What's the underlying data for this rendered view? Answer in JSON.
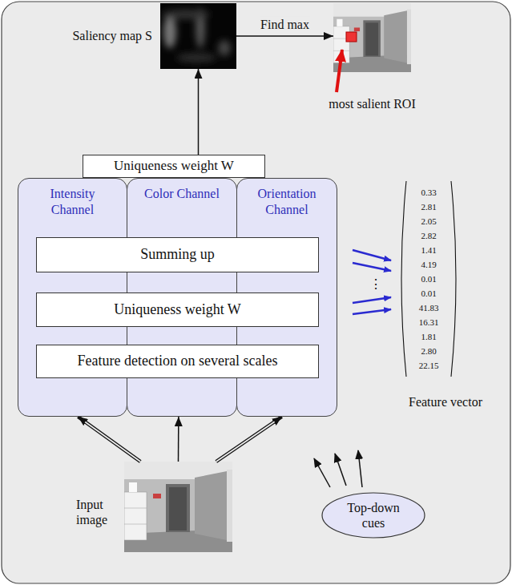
{
  "diagram": {
    "nodes": [
      {
        "text": [
          "Saliency map S"
        ]
      },
      {
        "text": [
          "most salient ROI"
        ]
      },
      {
        "text": [
          "Uniqueness weight W"
        ]
      },
      {
        "text": [
          "Intensity Channel"
        ]
      },
      {
        "text": [
          "Color Channel"
        ]
      },
      {
        "text": [
          "Orientation Channel"
        ]
      },
      {
        "text": [
          "Summing up"
        ]
      },
      {
        "text": [
          "Uniqueness weight W"
        ]
      },
      {
        "text": [
          "Feature detection on several scales"
        ]
      },
      {
        "text": [
          "0.33",
          "2.81",
          "2.05",
          "2.82",
          "1.41",
          "4.19",
          "0.01",
          "0.01",
          "41.83",
          "16.31",
          "1.81",
          "2.80",
          "22.15",
          "Feature vector"
        ]
      },
      {
        "text": [
          "Top-down cues"
        ]
      },
      {
        "text": [
          "Input image"
        ]
      }
    ],
    "edges": [
      {
        "from": 2,
        "to": 0,
        "arrow": "to"
      },
      {
        "from": 0,
        "to": 1,
        "label": "Find max",
        "arrow": "to"
      },
      {
        "from": 11,
        "to": 3,
        "arrow": "to"
      },
      {
        "from": 11,
        "to": 4,
        "arrow": "to"
      },
      {
        "from": 11,
        "to": 5,
        "arrow": "to"
      }
    ],
    "labels": [
      "⋮"
    ]
  }
}
